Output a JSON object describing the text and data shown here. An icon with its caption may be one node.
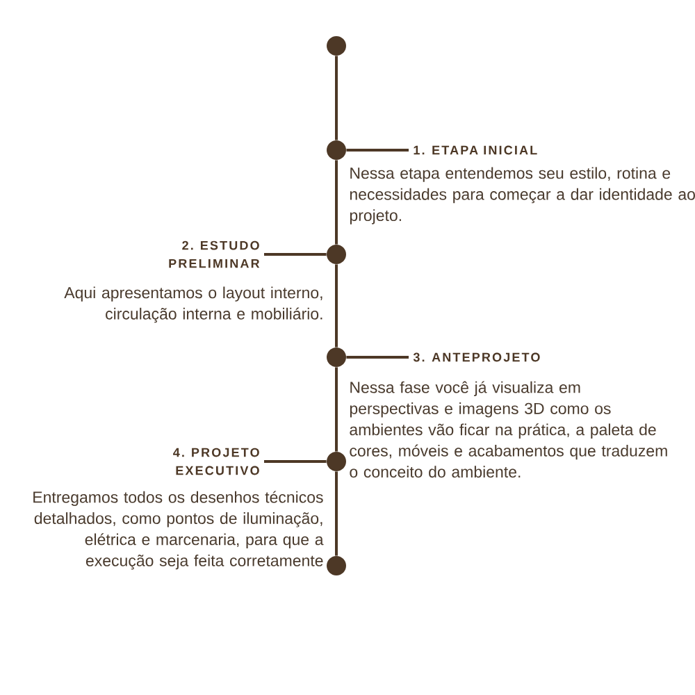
{
  "diagram": {
    "nodes": [
      {
        "text": [],
        "shape": "circle"
      },
      {
        "text": [],
        "shape": "circle"
      },
      {
        "text": [],
        "shape": "circle"
      },
      {
        "text": [],
        "shape": "circle"
      },
      {
        "text": [],
        "shape": "circle"
      },
      {
        "text": [],
        "shape": "circle"
      },
      {
        "text": [
          "1. ETAPA INICIAL"
        ],
        "beside": [
          "Nessa etapa entendemos seu estilo, rotina e necessidades para começar a dar identidade ao projeto."
        ]
      },
      {
        "text": [
          "2. ESTUDO PRELIMINAR"
        ],
        "beside": [
          "Aqui apresentamos o layout interno, circulação interna e mobiliário."
        ]
      },
      {
        "text": [
          "3. ANTEPROJETO"
        ],
        "beside": [
          "Nessa fase você já visualiza em perspectivas e imagens 3D como os ambientes vão ficar na prática, a paleta de cores, móveis e acabamentos que traduzem o conceito do ambiente."
        ]
      },
      {
        "text": [
          "4. PROJETO EXECUTIVO"
        ],
        "beside": [
          "Entregamos todos os desenhos técnicos detalhados, como pontos de iluminação, elétrica e marcenaria, para que a execução seja feita corretamente"
        ]
      }
    ],
    "edges": [
      {
        "from": 0,
        "to": 1,
        "arrow": "none"
      },
      {
        "from": 1,
        "to": 2,
        "arrow": "none"
      },
      {
        "from": 2,
        "to": 3,
        "arrow": "none"
      },
      {
        "from": 3,
        "to": 4,
        "arrow": "none"
      },
      {
        "from": 4,
        "to": 5,
        "arrow": "none"
      },
      {
        "from": 1,
        "to": 6,
        "arrow": "none"
      },
      {
        "from": 2,
        "to": 7,
        "arrow": "none"
      },
      {
        "from": 3,
        "to": 8,
        "arrow": "none"
      },
      {
        "from": 4,
        "to": 9,
        "arrow": "none"
      }
    ]
  }
}
